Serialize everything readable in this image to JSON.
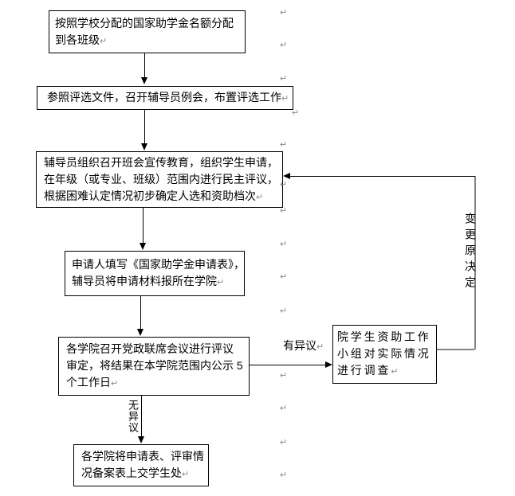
{
  "sym": {
    "pilcrow": "↵"
  },
  "flow": {
    "steps": [
      {
        "name": "allocate-quota",
        "text": "按照学校分配的国家助学金名额分配\n到各班级"
      },
      {
        "name": "counselor-meeting",
        "text": "参照评选文件，召开辅导员例会，布置评选工作"
      },
      {
        "name": "class-meeting",
        "text": "辅导员组织召开班会宣传教育，组织学生申请，\n在年级（或专业、班级）范围内进行民主评议，\n根据困难认定情况初步确定人选和资助档次"
      },
      {
        "name": "fill-application",
        "text": "申请人填写《国家助学金申请表》，\n辅导员将申请材料报所在学院"
      },
      {
        "name": "college-review",
        "text": "各学院召开党政联席会议进行评议\n审定，将结果在本学院范围内公示 5\n个工作日"
      },
      {
        "name": "submit-records",
        "text": "各学院将申请表、评审情\n况备案表上交学生处"
      },
      {
        "name": "investigate",
        "text": "院学生资助工作\n小组对实际情况\n进行调查"
      }
    ],
    "labels": {
      "no_objection": "无异议",
      "objection": "有异议",
      "change_decision": "变更原决定"
    }
  }
}
